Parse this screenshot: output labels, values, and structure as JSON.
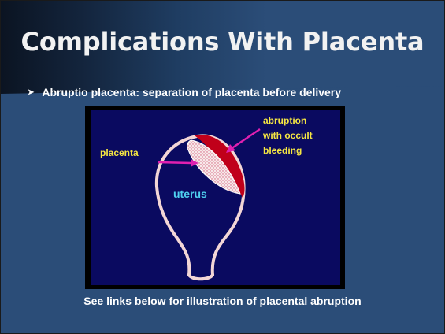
{
  "slide": {
    "title": "Complications With Placenta",
    "bullet_icon": "arrow-bullet-icon",
    "bullet_text": "Abruptio placenta: separation of placenta before delivery",
    "caption": "See links below for illustration of placental abruption"
  },
  "figure": {
    "label_placenta": "placenta",
    "label_uterus": "uterus",
    "label_abruption_line1": "abruption",
    "label_abruption_line2": "with occult",
    "label_abruption_line3": "bleeding"
  },
  "colors": {
    "slide_background": "#2b4d78",
    "figure_background": "#0a0a60",
    "uterus_outline": "#f3d6d6",
    "label_yellow": "#f5e642",
    "label_cyan": "#4fd0f0",
    "arrow_magenta": "#e020b0",
    "blood_red": "#c0001a"
  }
}
